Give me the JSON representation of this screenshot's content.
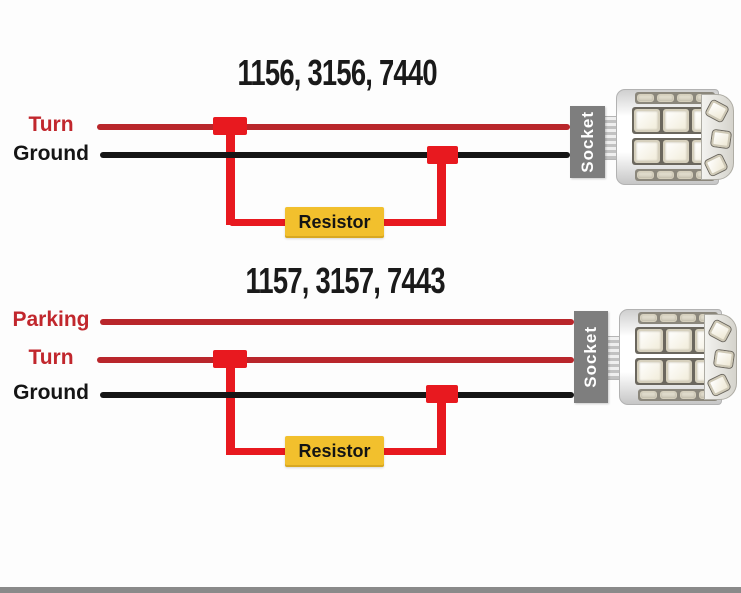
{
  "colors": {
    "wire_red": "#b9262b",
    "connector_red": "#e8191f",
    "label_red": "#c1272d",
    "wire_black": "#151515",
    "resistor_yellow": "#f2c02d",
    "socket_gray": "#7e7e7e",
    "title_black": "#1a1a1a",
    "page_bg": "#fdfdfd",
    "bottom_bar_gray": "#8a8a8a"
  },
  "diagrams": [
    {
      "title": "1156, 3156, 7440",
      "wires": [
        {
          "label": "Turn",
          "color": "red"
        },
        {
          "label": "Ground",
          "color": "black"
        }
      ],
      "resistor_label": "Resistor",
      "socket_label": "Socket"
    },
    {
      "title": "1157, 3157, 7443",
      "wires": [
        {
          "label": "Parking",
          "color": "red"
        },
        {
          "label": "Turn",
          "color": "red"
        },
        {
          "label": "Ground",
          "color": "black"
        }
      ],
      "resistor_label": "Resistor",
      "socket_label": "Socket"
    }
  ]
}
